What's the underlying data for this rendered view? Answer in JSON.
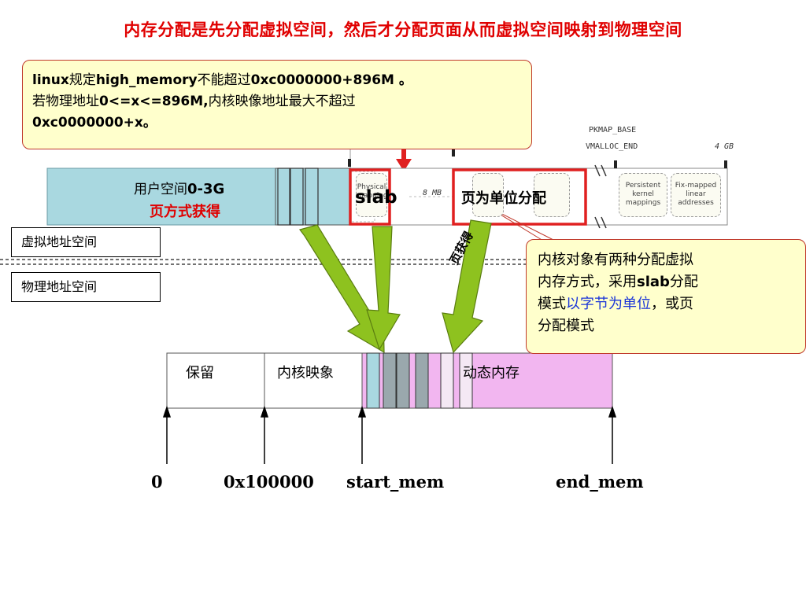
{
  "title": "内存分配是先分配虚拟空间，然后才分配页面从而虚拟空间映射到物理空间",
  "callout_top": {
    "line1_a": "linux",
    "line1_b": "规定",
    "line1_c": "high_memory",
    "line1_d": "不能超过",
    "line1_e": "0xc0000000+896M 。",
    "line2_a": "若物理地址",
    "line2_b": "0<=x<=896M,",
    "line2_c": "内核映像地址最大不超过",
    "line3": "0xc0000000+x。"
  },
  "callout_right": {
    "line1": "内核对象有两种分配虚拟",
    "line2_a": "内存方式，采用",
    "line2_b": "slab",
    "line2_c": "分配",
    "line3_a": "模式",
    "line3_b": "以字节为单位",
    "line3_c": "，或页",
    "line4": "分配模式"
  },
  "virtual_bar": {
    "user_space": "用户空间",
    "user_range": "0-3G",
    "page_obtain": "页方式获得",
    "slab": "slab",
    "page_unit": "页为单位分配",
    "physical_mapping": "Physical mapping",
    "eight_mb": "8 MB",
    "persistent": "Persistent kernel mappings",
    "fixmapped": "Fix-mapped linear addresses",
    "pkmap_base": "PKMAP_BASE",
    "vmalloc_end": "VMALLOC_END",
    "four_gb": "4 GB"
  },
  "labels": {
    "virtual": "虚拟地址空间",
    "physical": "物理地址空间",
    "page_get": "页获得"
  },
  "physical_bar": {
    "reserved": "保留",
    "kernel_image": "内核映象",
    "dynamic": "动态内存"
  },
  "axis": [
    "0",
    "0x100000",
    "start_mem",
    "end_mem"
  ],
  "colors": {
    "title_red": "#e00000",
    "callout_bg": "#ffffcc",
    "user_space_bg": "#a9d8e0",
    "dynamic_bg": "#f2b6f0",
    "arrow_green": "#8ec21f",
    "highlight_red": "#e02020"
  }
}
